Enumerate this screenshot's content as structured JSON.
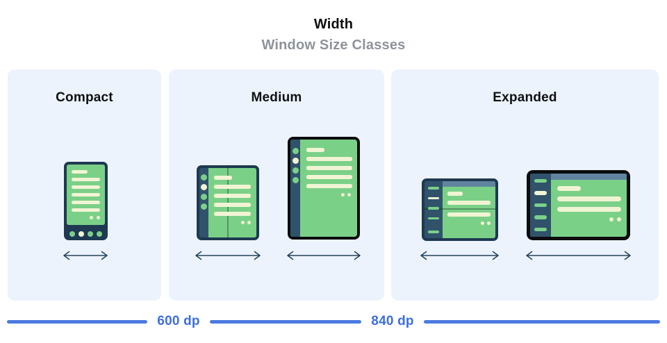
{
  "header": {
    "title": "Width",
    "subtitle": "Window Size Classes"
  },
  "panels": [
    {
      "label": "Compact",
      "device_names": [
        "phone"
      ]
    },
    {
      "label": "Medium",
      "device_names": [
        "open-foldable",
        "portrait-tablet"
      ]
    },
    {
      "label": "Expanded",
      "device_names": [
        "landscape-foldable",
        "landscape-tablet"
      ]
    }
  ],
  "ruler": {
    "labels": [
      "600 dp",
      "840 dp"
    ]
  },
  "colors": {
    "page_bg": "#ffffff",
    "panel_bg": "#ecf3fd",
    "title_black": "#0e0e0e",
    "subtitle_gray": "#8e939b",
    "frame_navy": "#1e3951",
    "rail_teal": "#30536b",
    "bezel_black": "#0b0c0e",
    "screen_green": "#7bd088",
    "content_cream": "#f1f4d4",
    "top_bar_slate": "#60849f",
    "ruler_blue": "#4c7be0",
    "ruler_text_blue": "#3c6fdd",
    "arrow_navy": "#24415a"
  }
}
